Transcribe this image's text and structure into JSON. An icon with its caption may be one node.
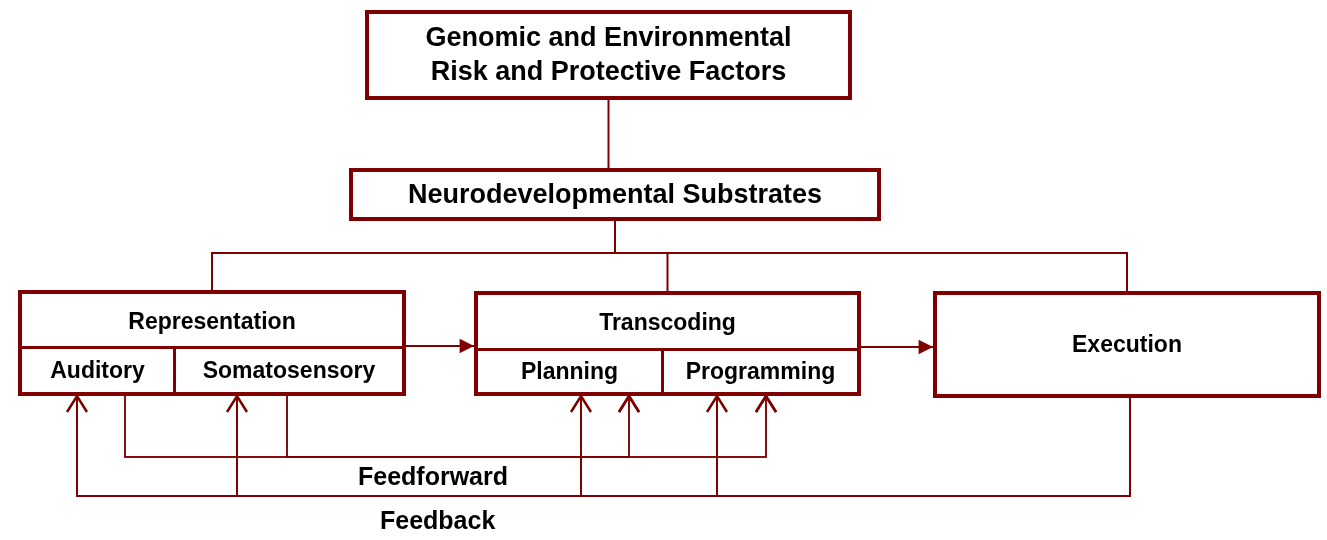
{
  "diagram": {
    "nodes": [
      {
        "text": [
          "Genomic and Environmental Risk and Protective Factors"
        ]
      },
      {
        "text": [
          "Neurodevelopmental Substrates"
        ]
      },
      {
        "text": [
          "Representation"
        ]
      },
      {
        "text": [
          "Auditory"
        ],
        "in": 2
      },
      {
        "text": [
          "Somatosensory"
        ],
        "in": 2
      },
      {
        "text": [
          "Transcoding"
        ]
      },
      {
        "text": [
          "Planning"
        ],
        "in": 5
      },
      {
        "text": [
          "Programming"
        ],
        "in": 5
      },
      {
        "text": [
          "Execution"
        ]
      }
    ],
    "edges": [
      {
        "from": 0,
        "to": 1,
        "arrow": "none"
      },
      {
        "from": 1,
        "to": 2,
        "arrow": "none"
      },
      {
        "from": 1,
        "to": 5,
        "arrow": "none"
      },
      {
        "from": 1,
        "to": 8,
        "arrow": "none"
      },
      {
        "from": 2,
        "to": 5,
        "arrow": "to"
      },
      {
        "from": 5,
        "to": 8,
        "arrow": "to"
      },
      {
        "from": 3,
        "to": 6,
        "arrow": "to"
      },
      {
        "from": 3,
        "to": 7,
        "arrow": "to"
      },
      {
        "from": 4,
        "to": 6,
        "arrow": "to"
      },
      {
        "from": 4,
        "to": 7,
        "arrow": "to"
      },
      {
        "from": 8,
        "to": 3,
        "arrow": "to"
      },
      {
        "from": 8,
        "to": 4,
        "arrow": "to"
      },
      {
        "from": 8,
        "to": 6,
        "arrow": "to"
      },
      {
        "from": 8,
        "to": 7,
        "arrow": "to"
      }
    ],
    "labels": [
      "Feedforward",
      "Feedback"
    ]
  }
}
